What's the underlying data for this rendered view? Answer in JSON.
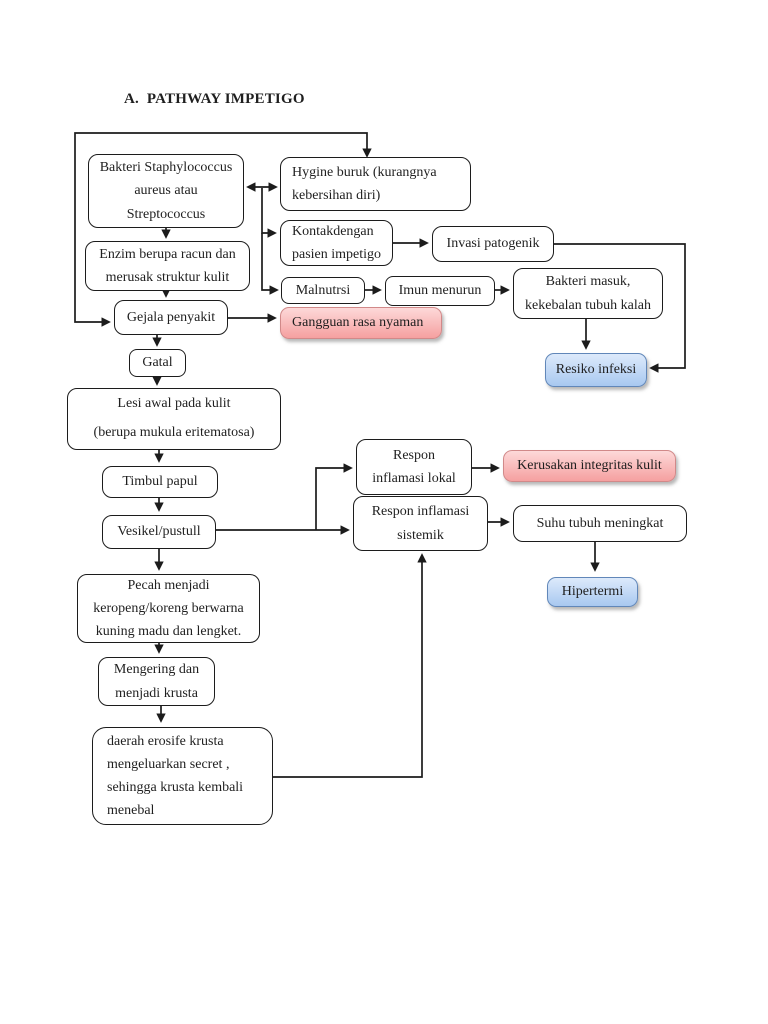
{
  "page": {
    "title": "A.  PATHWAY IMPETIGO",
    "background": "#ffffff"
  },
  "colors": {
    "line": "#1c1c1c",
    "box_border": "#1c1c1c",
    "box_fill": "#ffffff",
    "text": "#1f1f1f",
    "nursing_problem_fill_top": "#fdd9d9",
    "nursing_problem_fill_bottom": "#f5a0a0",
    "nursing_problem_border": "#d18989",
    "risk_fill_top": "#ddeafb",
    "risk_fill_bottom": "#a8c8f0",
    "risk_border": "#6187b9"
  },
  "nodes": {
    "bakteri": {
      "label": "Bakteri Staphylococcus\naureus atau\nStreptococcus",
      "type": "plain"
    },
    "hygine": {
      "label": "Hygine buruk (kurangnya\nkebersihan diri)",
      "type": "plain"
    },
    "kontak": {
      "label": "Kontakdengan\npasien impetigo",
      "type": "plain"
    },
    "invasi": {
      "label": "Invasi patogenik",
      "type": "plain"
    },
    "enzim": {
      "label": "Enzim berupa racun dan\nmerusak struktur kulit",
      "type": "plain"
    },
    "malnutrsi": {
      "label": "Malnutrsi",
      "type": "plain"
    },
    "imun": {
      "label": "Imun menurun",
      "type": "plain"
    },
    "bakteri_masuk": {
      "label": "Bakteri masuk,\nkekebalan tubuh kalah",
      "type": "plain"
    },
    "gejala": {
      "label": "Gejala penyakit",
      "type": "plain"
    },
    "gangguan": {
      "label": "Gangguan rasa nyaman",
      "type": "nursing-problem"
    },
    "gatal": {
      "label": "Gatal",
      "type": "plain"
    },
    "resiko_infeksi": {
      "label": "Resiko infeksi",
      "type": "risk"
    },
    "lesi": {
      "label": "Lesi awal pada kulit\n(berupa mukula eritematosa)",
      "type": "plain"
    },
    "respon_lokal": {
      "label": "Respon\ninflamasi lokal",
      "type": "plain"
    },
    "kerusakan": {
      "label": "Kerusakan integritas kulit",
      "type": "nursing-problem"
    },
    "timbul_papul": {
      "label": "Timbul papul",
      "type": "plain"
    },
    "respon_sistemik": {
      "label": "Respon inflamasi\nsistemik",
      "type": "plain"
    },
    "vesikel": {
      "label": "Vesikel/pustull",
      "type": "plain"
    },
    "suhu": {
      "label": "Suhu tubuh meningkat",
      "type": "plain"
    },
    "pecah": {
      "label": "Pecah menjadi\nkeropeng/koreng berwarna\nkuning madu dan lengket.",
      "type": "plain"
    },
    "hipertermi": {
      "label": "Hipertermi",
      "type": "risk"
    },
    "mengering": {
      "label": "Mengering dan\nmenjadi krusta",
      "type": "plain"
    },
    "daerah_erosife": {
      "label": "daerah erosife krusta\nmengeluarkan secret ,\nsehingga krusta kembali\nmenebal",
      "type": "plain"
    }
  }
}
